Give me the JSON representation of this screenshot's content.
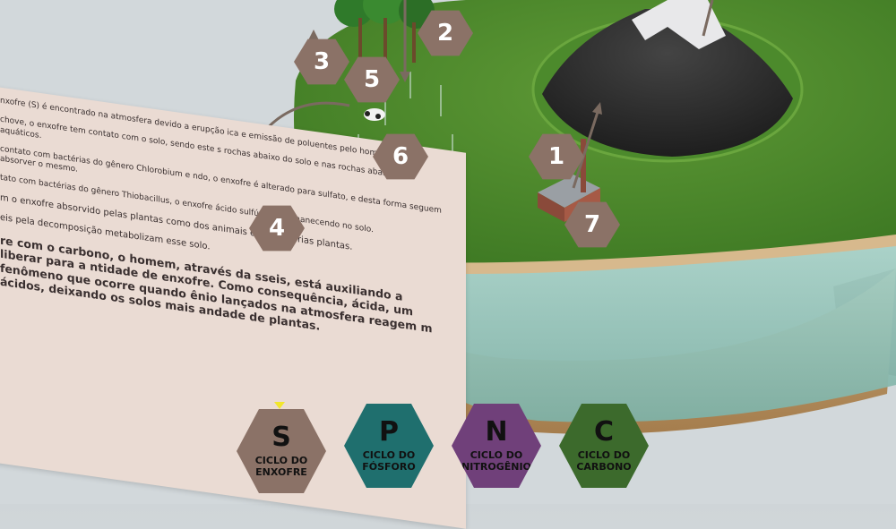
{
  "text_panel": {
    "paragraphs": [
      "nxofre (S) é encontrado na atmosfera devido a erupção ica e emissão de poluentes pelo homem.",
      "chove, o enxofre tem contato com o solo, sendo este s rochas abaixo do solo e nas rochas abaixo dos aquáticos.",
      "contato com bactérias do gênero Chlorobium e ndo, o enxofre é alterado para sulfato, e desta forma seguem absorver o mesmo.",
      "tato com bactérias do gênero Thiobacillus, o enxofre ácido sulfúrico, permanecendo no solo.",
      "m o enxofre absorvido pelas plantas como dos animais e das próprias plantas.",
      "eis pela decomposição metabolizam esse solo.",
      "re com o carbono, o homem, através da sseis, está auxiliando a liberar para a ntidade de enxofre. Como consequência, ácida, um fenômeno que ocorre quando ênio lançados na atmosfera reagem m ácidos, deixando os solos mais andade de plantas."
    ]
  },
  "markers": [
    {
      "number": "1"
    },
    {
      "number": "2"
    },
    {
      "number": "3"
    },
    {
      "number": "4"
    },
    {
      "number": "5"
    },
    {
      "number": "6"
    },
    {
      "number": "7"
    }
  ],
  "cycles": [
    {
      "symbol": "S",
      "label_line1": "CICLO DO",
      "label_line2": "ENXOFRE",
      "color": "#8b7267",
      "selected": true
    },
    {
      "symbol": "P",
      "label_line1": "CICLO DO",
      "label_line2": "FÓSFORO",
      "color": "#1f6f6e",
      "selected": false
    },
    {
      "symbol": "N",
      "label_line1": "CICLO DO",
      "label_line2": "NITROGÊNIO",
      "color": "#70407a",
      "selected": false
    },
    {
      "symbol": "C",
      "label_line1": "CICLO DO",
      "label_line2": "CARBONO",
      "color": "#3c6a2c",
      "selected": false
    }
  ],
  "colors": {
    "marker": "#8b7267",
    "selection_indicator": "#f2e62b",
    "panel": "#eadbd3",
    "grass": "#4f8a2e",
    "water": "#9fc9c0"
  }
}
